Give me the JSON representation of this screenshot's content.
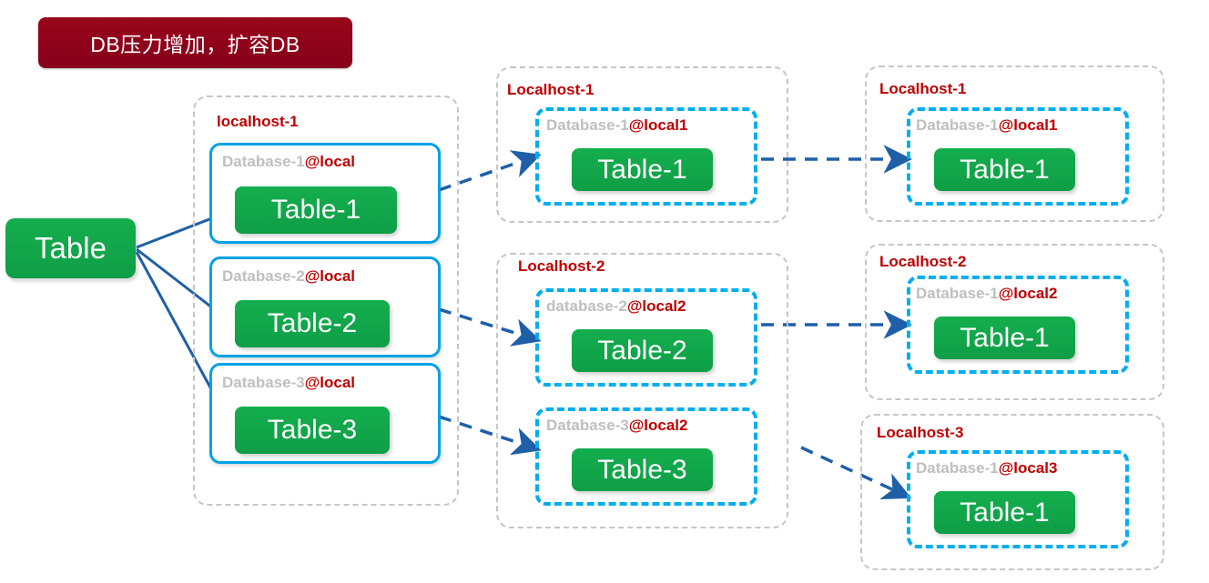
{
  "banner": {
    "text": "DB压力增加，扩容DB",
    "bg_color": "#8B0A1A",
    "text_color": "#FFFFFF"
  },
  "source": {
    "label": "Table",
    "color": "#12A84B"
  },
  "colors": {
    "green": "#12A84B",
    "blue_solid": "#00A2E8",
    "blue_dashed": "#00AEEF",
    "arrow_blue": "#1F5FA8",
    "host_gray": "#C6C6C6",
    "label_gray": "#BFBFBF",
    "label_red": "#C00000"
  },
  "stage1": {
    "hosts": [
      {
        "name": "localhost-1",
        "databases": [
          {
            "db_name": "Database-1",
            "at": "@local",
            "table": "Table-1"
          },
          {
            "db_name": "Database-2",
            "at": "@local",
            "table": "Table-2"
          },
          {
            "db_name": "Database-3",
            "at": "@local",
            "table": "Table-3"
          }
        ]
      }
    ]
  },
  "stage2": {
    "hosts": [
      {
        "name": "Localhost-1",
        "databases": [
          {
            "db_name": "Database-1",
            "at": "@local1",
            "table": "Table-1"
          }
        ]
      },
      {
        "name": "Localhost-2",
        "databases": [
          {
            "db_name": "database-2",
            "at": "@local2",
            "table": "Table-2"
          },
          {
            "db_name": "Database-3",
            "at": "@local2",
            "table": "Table-3"
          }
        ]
      }
    ]
  },
  "stage3": {
    "hosts": [
      {
        "name": "Localhost-1",
        "databases": [
          {
            "db_name": "Database-1",
            "at": "@local1",
            "table": "Table-1"
          }
        ]
      },
      {
        "name": "Localhost-2",
        "databases": [
          {
            "db_name": "Database-1",
            "at": "@local2",
            "table": "Table-1"
          }
        ]
      },
      {
        "name": "Localhost-3",
        "databases": [
          {
            "db_name": "Database-1",
            "at": "@local3",
            "table": "Table-1"
          }
        ]
      }
    ]
  }
}
